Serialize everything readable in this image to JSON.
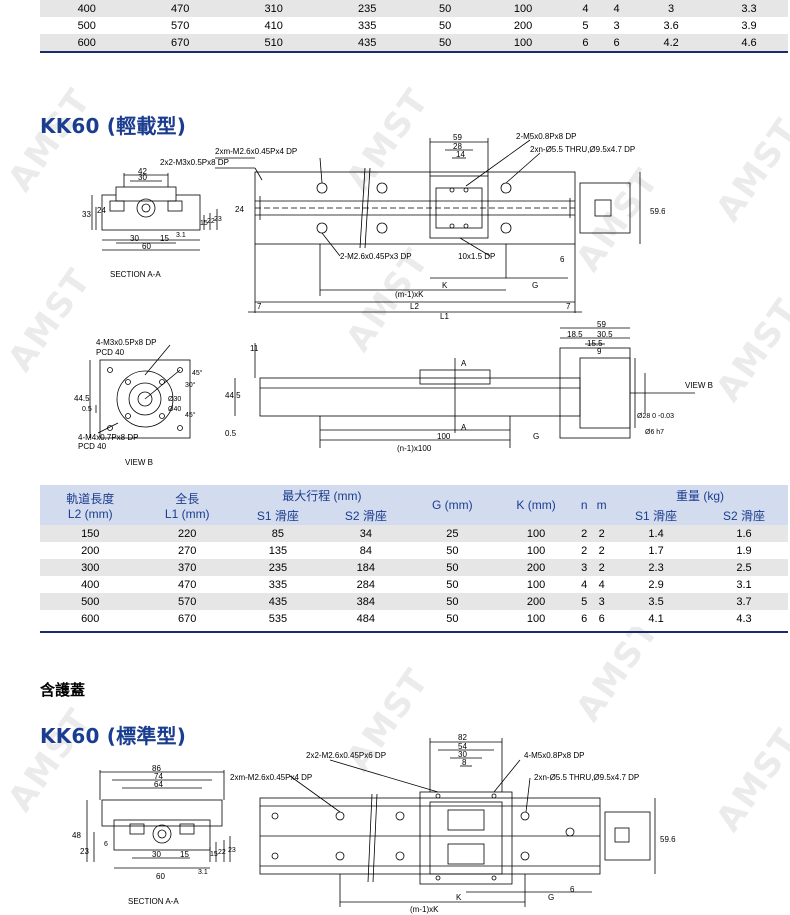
{
  "prev_table": {
    "rows": [
      [
        "400",
        "470",
        "310",
        "235",
        "50",
        "100",
        "4",
        "4",
        "3",
        "3.3"
      ],
      [
        "500",
        "570",
        "410",
        "335",
        "50",
        "200",
        "5",
        "3",
        "3.6",
        "3.9"
      ],
      [
        "600",
        "670",
        "510",
        "435",
        "50",
        "100",
        "6",
        "6",
        "4.2",
        "4.6"
      ]
    ]
  },
  "kk60_light": {
    "title": "KK60 (輕載型)",
    "section_a": {
      "label": "SECTION A-A",
      "dims": [
        "42",
        "30",
        "33",
        "24",
        "30",
        "15",
        "60",
        "3.1",
        "15",
        "22",
        "23"
      ]
    },
    "top_view": {
      "callouts": {
        "c1": "2xm-M2.6x0.45Px4 DP",
        "c2": "2x2-M3x0.5Px8 DP",
        "c3": "2-M5x0.8Px8 DP",
        "c4": "2xn-Ø5.5 THRU,Ø9.5x4.7 DP",
        "c5": "2-M2.6x0.45Px3 DP",
        "c6": "10x1.5 DP"
      },
      "dims": {
        "d59": "59",
        "d28": "28",
        "d14": "14",
        "d24": "24",
        "d596": "59.6",
        "k": "K",
        "g": "G",
        "mk": "(m-1)xK",
        "l2": "L2",
        "l1": "L1",
        "d7a": "7",
        "d7b": "7",
        "d6": "6"
      }
    },
    "view_b": {
      "label": "VIEW B",
      "callouts": {
        "c1": "4-M3x0.5Px8 DP",
        "c1b": "PCD 40",
        "c2": "4-M4x0.7Px8 DP",
        "c2b": "PCD 40"
      },
      "dims": [
        "44.5",
        "0.5",
        "45°",
        "30°",
        "45°",
        "Ø30",
        "Ø40"
      ]
    },
    "side_view": {
      "dims": {
        "d11": "11",
        "d445": "44.5",
        "d05": "0.5",
        "a1": "A",
        "a2": "A",
        "d100": "100",
        "g": "G",
        "n100": "(n-1)x100",
        "viewb": "VIEW B",
        "d59": "59",
        "d185": "18.5",
        "d305": "30.5",
        "d155": "15.5",
        "d9": "9",
        "d28": "Ø28 0 -0.03",
        "d6": "Ø6 h7"
      }
    },
    "spec_table": {
      "headers": {
        "rail": "軌道長度",
        "rail_unit": "L2 (mm)",
        "total": "全長",
        "total_unit": "L1 (mm)",
        "stroke": "最大行程 (mm)",
        "s1": "S1 滑座",
        "s2": "S2 滑座",
        "g": "G (mm)",
        "k": "K (mm)",
        "n": "n",
        "m": "m",
        "weight": "重量 (kg)",
        "w1": "S1 滑座",
        "w2": "S2 滑座"
      },
      "rows": [
        [
          "150",
          "220",
          "85",
          "34",
          "25",
          "100",
          "2",
          "2",
          "1.4",
          "1.6"
        ],
        [
          "200",
          "270",
          "135",
          "84",
          "50",
          "100",
          "2",
          "2",
          "1.7",
          "1.9"
        ],
        [
          "300",
          "370",
          "235",
          "184",
          "50",
          "200",
          "3",
          "2",
          "2.3",
          "2.5"
        ],
        [
          "400",
          "470",
          "335",
          "284",
          "50",
          "100",
          "4",
          "4",
          "2.9",
          "3.1"
        ],
        [
          "500",
          "570",
          "435",
          "384",
          "50",
          "200",
          "5",
          "3",
          "3.5",
          "3.7"
        ],
        [
          "600",
          "670",
          "535",
          "484",
          "50",
          "100",
          "6",
          "6",
          "4.1",
          "4.3"
        ]
      ]
    }
  },
  "cover_section": {
    "heading": "含護蓋",
    "title": "KK60 (標準型)",
    "section_a": {
      "label": "SECTION A-A",
      "dims": [
        "86",
        "74",
        "64",
        "48",
        "23",
        "6",
        "30",
        "15",
        "60",
        "3.1",
        "15",
        "22",
        "23"
      ]
    },
    "top_view": {
      "callouts": {
        "c1": "2x2-M2.6x0.45Px6 DP",
        "c2": "2xm-M2.6x0.45Px4 DP",
        "c3": "4-M5x0.8Px8 DP",
        "c4": "2xn-Ø5.5 THRU,Ø9.5x4.7 DP"
      },
      "dims": {
        "d82": "82",
        "d54": "54",
        "d30": "30",
        "d8": "8",
        "d596": "59.6",
        "k": "K",
        "g": "G",
        "mk": "(m-1)xK",
        "d6": "6"
      }
    }
  },
  "watermark": "AMST"
}
